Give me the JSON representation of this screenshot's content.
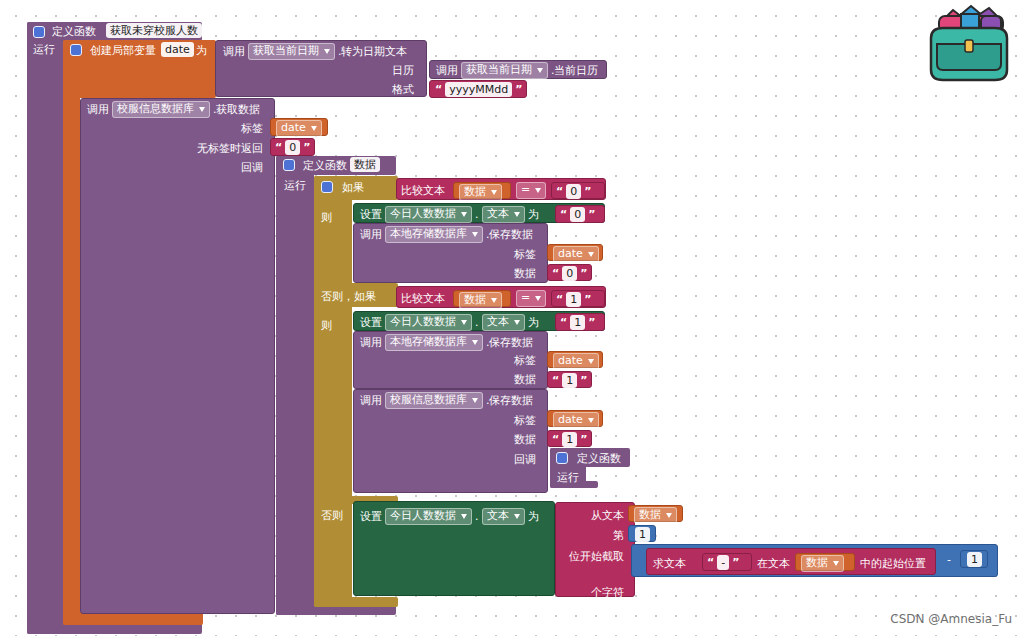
{
  "diagram": {
    "nodes": [
      {
        "text": [
          "定义函数",
          "获取未穿校服人数",
          "运行"
        ]
      },
      {
        "text": [
          "创建局部变量",
          "date",
          "为"
        ],
        "in": 0
      },
      {
        "text": [
          "调用",
          "获取当前日期",
          ".转为日期文本",
          "日历",
          "格式"
        ],
        "in": 1
      },
      {
        "text": [
          "调用",
          "获取当前日期",
          ".当前日历"
        ],
        "in": 2
      },
      {
        "text": [
          "“",
          "yyyyMMdd",
          "”"
        ],
        "in": 2
      },
      {
        "text": [
          "调用",
          "校服信息数据库",
          ".获取数据",
          "标签",
          "无标签时返回",
          "回调"
        ],
        "in": 1
      },
      {
        "text": [
          "date"
        ],
        "in": 5
      },
      {
        "text": [
          "“",
          "0",
          "”"
        ],
        "in": 5
      },
      {
        "text": [
          "定义函数",
          "数据",
          "运行"
        ],
        "in": 5
      },
      {
        "text": [
          "如果",
          "则",
          "否则，如果",
          "则",
          "否则"
        ],
        "in": 8
      },
      {
        "text": [
          "比较文本",
          "="
        ],
        "in": 9
      },
      {
        "text": [
          "数据"
        ],
        "in": 10
      },
      {
        "text": [
          "“",
          "0",
          "”"
        ],
        "in": 10
      },
      {
        "text": [
          "设置",
          "今日人数数据",
          ".",
          "文本",
          "为"
        ],
        "in": 9
      },
      {
        "text": [
          "“",
          "0",
          "”"
        ],
        "in": 13
      },
      {
        "text": [
          "调用",
          "本地存储数据库",
          ".保存数据",
          "标签",
          "数据"
        ],
        "in": 9
      },
      {
        "text": [
          "date"
        ],
        "in": 15
      },
      {
        "text": [
          "“",
          "0",
          "”"
        ],
        "in": 15
      },
      {
        "text": [
          "比较文本",
          "="
        ],
        "in": 9
      },
      {
        "text": [
          "数据"
        ],
        "in": 18
      },
      {
        "text": [
          "“",
          "1",
          "”"
        ],
        "in": 18
      },
      {
        "text": [
          "设置",
          "今日人数数据",
          ".",
          "文本",
          "为"
        ],
        "in": 9
      },
      {
        "text": [
          "“",
          "1",
          "”"
        ],
        "in": 21
      },
      {
        "text": [
          "调用",
          "本地存储数据库",
          ".保存数据",
          "标签",
          "数据"
        ],
        "in": 9
      },
      {
        "text": [
          "date"
        ],
        "in": 23
      },
      {
        "text": [
          "“",
          "1",
          "”"
        ],
        "in": 23
      },
      {
        "text": [
          "调用",
          "校服信息数据库",
          ".保存数据",
          "标签",
          "数据",
          "回调"
        ],
        "in": 9
      },
      {
        "text": [
          "date"
        ],
        "in": 26
      },
      {
        "text": [
          "“",
          "1",
          "”"
        ],
        "in": 26
      },
      {
        "text": [
          "定义函数",
          "运行"
        ],
        "in": 26
      },
      {
        "text": [
          "设置",
          "今日人数数据",
          ".",
          "文本",
          "为"
        ],
        "in": 9
      },
      {
        "text": [
          "从文本",
          "第",
          "位开始截取",
          "个字符"
        ],
        "in": 30
      },
      {
        "text": [
          "数据"
        ],
        "in": 31
      },
      {
        "text": [
          "1"
        ],
        "in": 31
      },
      {
        "text": [
          "-"
        ],
        "in": 31
      },
      {
        "text": [
          "求文本",
          "在文本",
          "中的起始位置"
        ],
        "in": 34
      },
      {
        "text": [
          "“",
          "-",
          "”"
        ],
        "in": 35
      },
      {
        "text": [
          "数据"
        ],
        "in": 35
      },
      {
        "text": [
          "1"
        ],
        "in": 34
      }
    ],
    "labels": [
      "CSDN @Amnesia_Fu"
    ]
  }
}
